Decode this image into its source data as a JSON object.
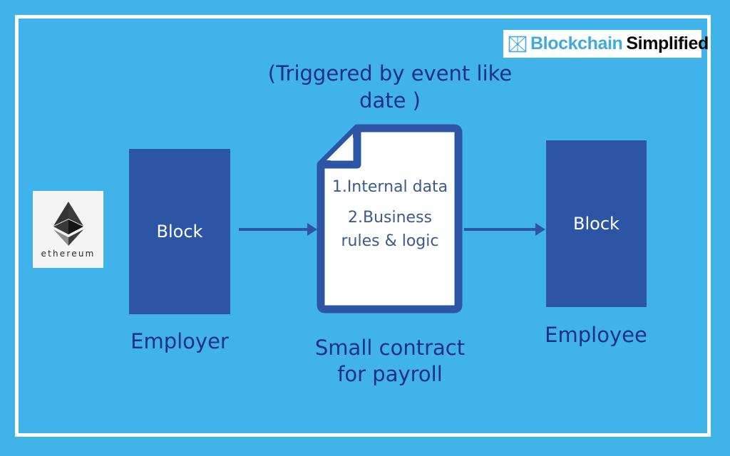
{
  "canvas": {
    "background_color": "#3fb3ea",
    "frame_color": "#ffffff",
    "accent_navy": "#1f2f86",
    "block_blue": "#2c56a5",
    "doc_text_color": "#3c5a8a"
  },
  "logo": {
    "mark_name": "blockchain-mesh-icon",
    "word_primary": "Blockchain",
    "word_secondary": "Simplified",
    "primary_color": "#3fa9e0",
    "secondary_color": "#0a0a0a"
  },
  "diagram": {
    "trigger_note": "(Triggered by event like date )",
    "ethereum": {
      "label": "ethereum",
      "glyph_name": "ethereum-diamond-icon"
    },
    "nodes": [
      {
        "id": "employer",
        "block_label": "Block",
        "caption": "Employer"
      },
      {
        "id": "contract",
        "caption": "Small contract for payroll",
        "clauses": [
          "1.Internal data",
          "2.Business rules & logic"
        ]
      },
      {
        "id": "employee",
        "block_label": "Block",
        "caption": "Employee"
      }
    ],
    "arrows": [
      {
        "id": "employer-to-contract",
        "direction": "right"
      },
      {
        "id": "contract-to-employee",
        "direction": "right"
      }
    ]
  }
}
